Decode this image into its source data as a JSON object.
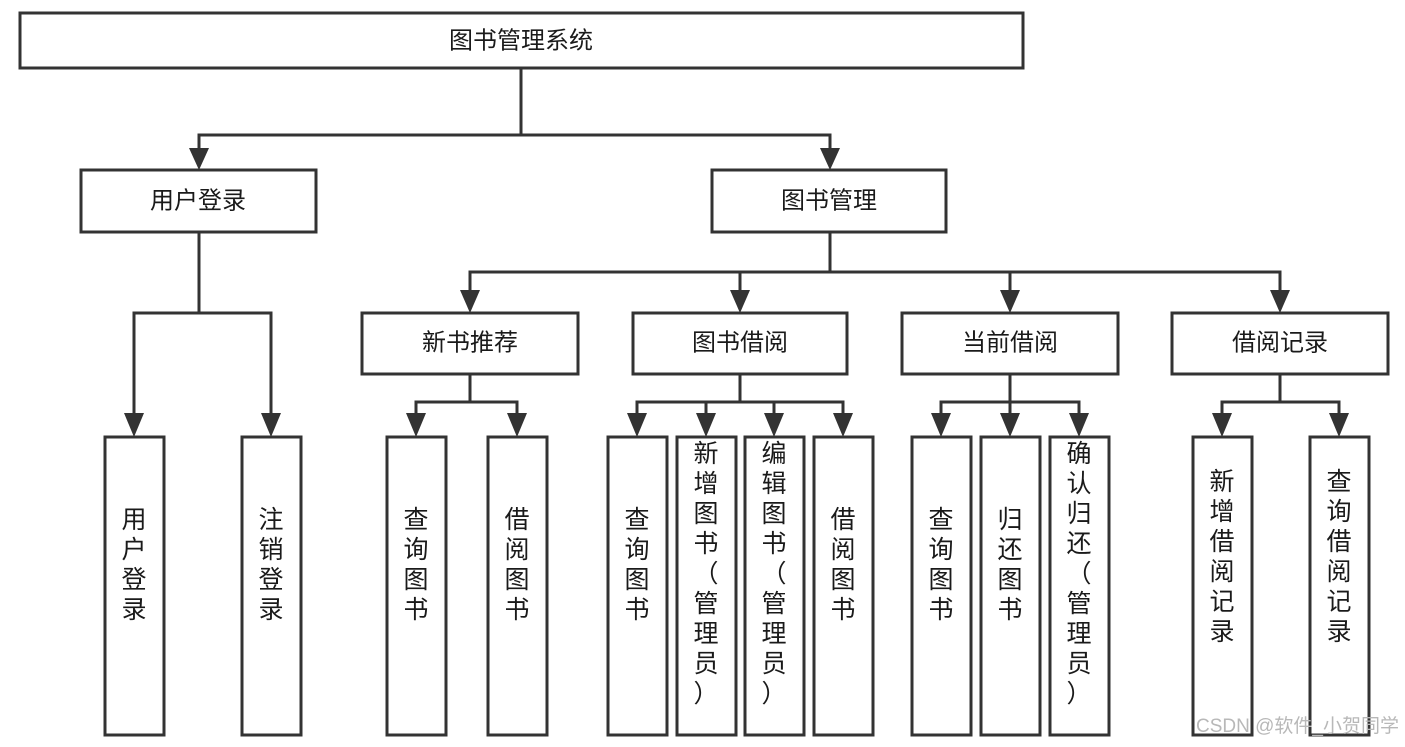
{
  "diagram": {
    "type": "tree-hierarchy-chart",
    "title": "图书管理系统",
    "orientation": "top-down",
    "colors": {
      "box_stroke": "#333333",
      "box_fill": "#ffffff",
      "connector": "#333333",
      "text": "#1a1a1a",
      "watermark": "#b8b8b8",
      "background": "#ffffff"
    },
    "levels": {
      "level1": [
        {
          "id": "root",
          "label": "图书管理系统",
          "orientation": "horizontal"
        }
      ],
      "level2": [
        {
          "id": "user-login",
          "label": "用户登录",
          "orientation": "horizontal"
        },
        {
          "id": "book-management",
          "label": "图书管理",
          "orientation": "horizontal"
        }
      ],
      "level3": [
        {
          "id": "new-book-recommend",
          "label": "新书推荐",
          "orientation": "horizontal"
        },
        {
          "id": "book-borrow",
          "label": "图书借阅",
          "orientation": "horizontal"
        },
        {
          "id": "current-borrow",
          "label": "当前借阅",
          "orientation": "horizontal"
        },
        {
          "id": "borrow-record",
          "label": "借阅记录",
          "orientation": "horizontal"
        }
      ],
      "level4": [
        {
          "id": "leaf-user-login",
          "label": "用户登录",
          "orientation": "vertical",
          "parent": "user-login"
        },
        {
          "id": "leaf-logout-login",
          "label": "注销登录",
          "orientation": "vertical",
          "parent": "user-login"
        },
        {
          "id": "leaf-query-books-1",
          "label": "查询图书",
          "orientation": "vertical",
          "parent": "new-book-recommend"
        },
        {
          "id": "leaf-borrow-books-1",
          "label": "借阅图书",
          "orientation": "vertical",
          "parent": "new-book-recommend"
        },
        {
          "id": "leaf-query-books-2",
          "label": "查询图书",
          "orientation": "vertical",
          "parent": "book-borrow"
        },
        {
          "id": "leaf-add-book-admin",
          "label": "新增图书（管理员）",
          "orientation": "vertical",
          "parent": "book-borrow"
        },
        {
          "id": "leaf-edit-book-admin",
          "label": "编辑图书（管理员）",
          "orientation": "vertical",
          "parent": "book-borrow"
        },
        {
          "id": "leaf-borrow-books-2",
          "label": "借阅图书",
          "orientation": "vertical",
          "parent": "book-borrow"
        },
        {
          "id": "leaf-query-books-3",
          "label": "查询图书",
          "orientation": "vertical",
          "parent": "current-borrow"
        },
        {
          "id": "leaf-return-books",
          "label": "归还图书",
          "orientation": "vertical",
          "parent": "current-borrow"
        },
        {
          "id": "leaf-confirm-return-admin",
          "label": "确认归还（管理员）",
          "orientation": "vertical",
          "parent": "current-borrow"
        },
        {
          "id": "leaf-add-borrow-record",
          "label": "新增借阅记录",
          "orientation": "vertical",
          "parent": "borrow-record"
        },
        {
          "id": "leaf-query-borrow-record",
          "label": "查询借阅记录",
          "orientation": "vertical",
          "parent": "borrow-record"
        }
      ]
    },
    "watermark": "CSDN @软件_小贺同学"
  }
}
